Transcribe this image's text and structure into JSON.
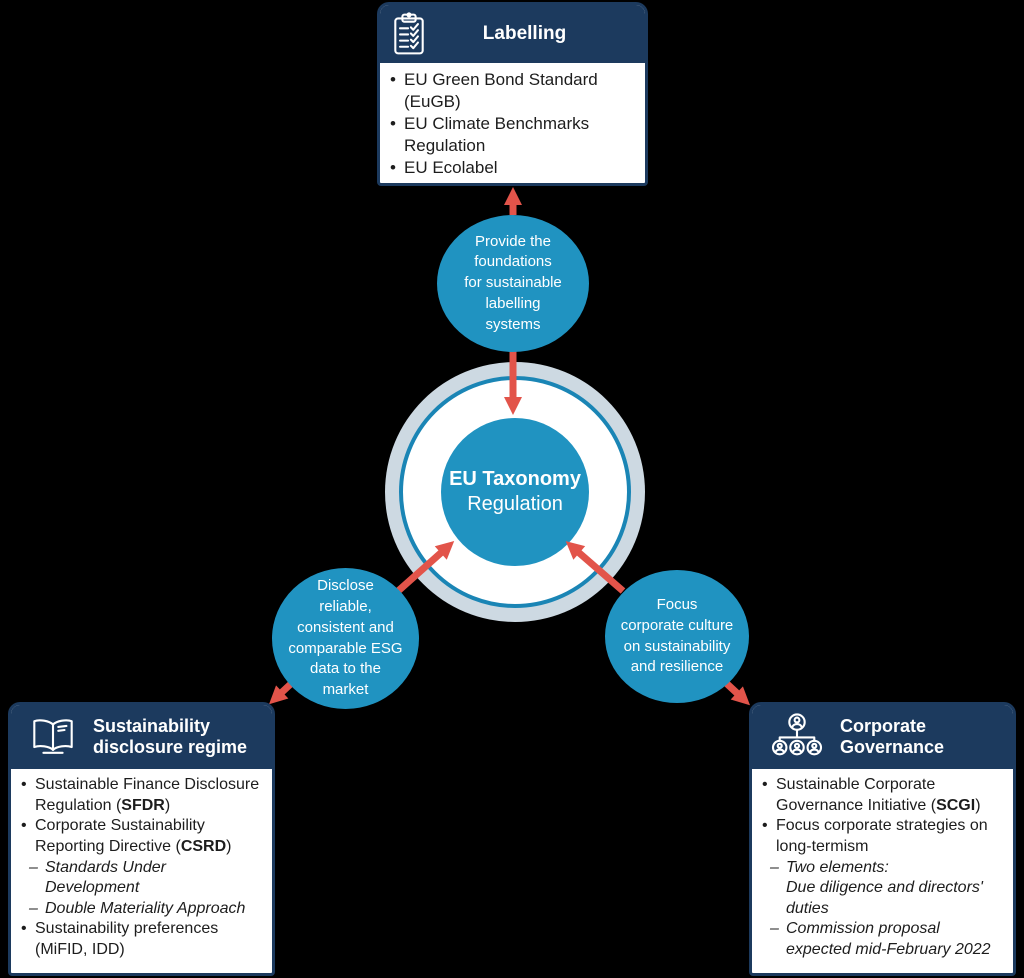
{
  "colors": {
    "navy": "#1c3a5e",
    "blue": "#2093c1",
    "arrow_red": "#e2544a",
    "outer_ring": "#cdd9e2",
    "ring_stroke": "#1a85b5"
  },
  "center": {
    "line1": "EU Taxonomy",
    "line2": "Regulation"
  },
  "connectors": {
    "top": "Provide the\nfoundations\nfor sustainable\nlabelling\nsystems",
    "left": "Disclose\nreliable,\nconsistent and\ncomparable ESG\ndata to the\nmarket",
    "right": "Focus\ncorporate culture\non sustainability\nand resilience"
  },
  "boxes": {
    "labelling": {
      "icon": "checklist-icon",
      "title": "Labelling",
      "items": [
        {
          "pre": "EU Green Bond Standard (EuGB)"
        },
        {
          "pre": "EU Climate Benchmarks Regulation"
        },
        {
          "pre": "EU Ecolabel"
        }
      ]
    },
    "disclosure": {
      "icon": "book-icon",
      "title": "Sustainability\ndisclosure regime",
      "items": [
        {
          "pre": "Sustainable Finance Disclosure Regulation (",
          "strong": "SFDR",
          "post": ")"
        },
        {
          "pre": "Corporate Sustainability Reporting Directive (",
          "strong": "CSRD",
          "post": ")"
        },
        {
          "pre": "Standards Under\nDevelopment"
        },
        {
          "pre": "Double Materiality Approach"
        },
        {
          "pre": "Sustainability preferences (MiFID, IDD)"
        }
      ]
    },
    "governance": {
      "icon": "org-chart-icon",
      "title": "Corporate\nGovernance",
      "items": [
        {
          "pre": "Sustainable Corporate Governance Initiative (",
          "strong": "SCGI",
          "post": ")"
        },
        {
          "pre": "Focus corporate strategies on long-termism"
        },
        {
          "pre": "Two elements:\nDue diligence and directors'\nduties"
        },
        {
          "pre": "Commission proposal\nexpected mid-February 2022"
        }
      ]
    }
  }
}
